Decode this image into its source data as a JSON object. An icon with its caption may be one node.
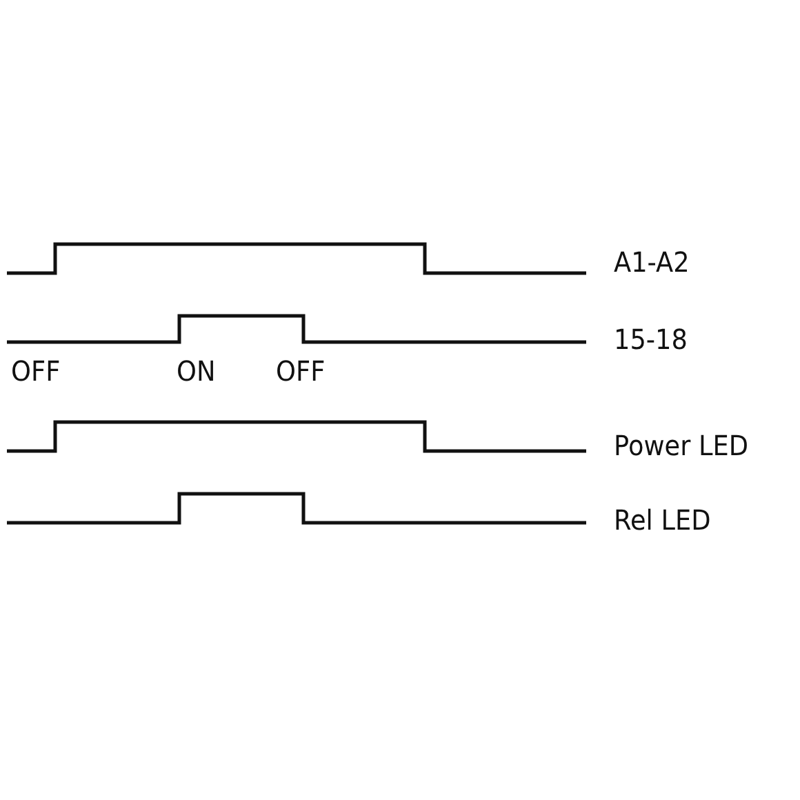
{
  "diagram": {
    "labels": [
      "A1-A2",
      "15-18",
      "OFF",
      "ON",
      "OFF",
      "Power LED",
      "Rel LED"
    ]
  }
}
